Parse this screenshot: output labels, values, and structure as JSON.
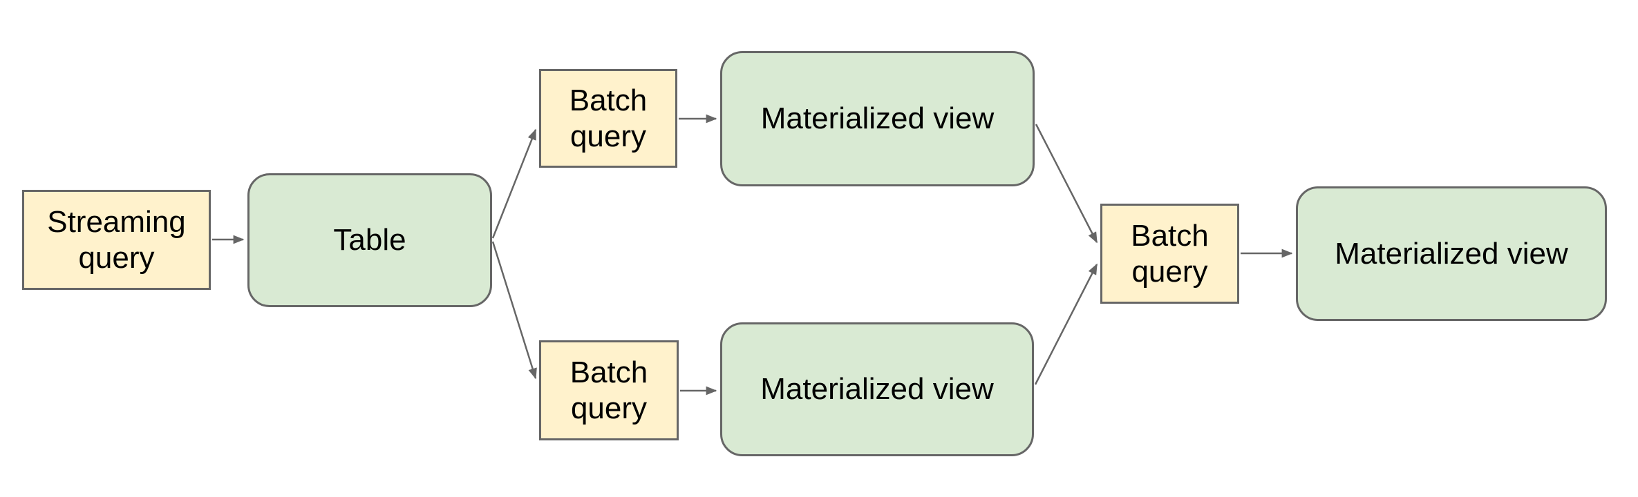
{
  "diagram": {
    "type": "flowchart",
    "nodes": [
      {
        "id": "streaming-query",
        "label": "Streaming query",
        "shape": "rectangle",
        "fill": "#fff2cc"
      },
      {
        "id": "table",
        "label": "Table",
        "shape": "rounded-rectangle",
        "fill": "#d9ead3"
      },
      {
        "id": "batch-query-top",
        "label": "Batch query",
        "shape": "rectangle",
        "fill": "#fff2cc"
      },
      {
        "id": "materialized-view-top",
        "label": "Materialized view",
        "shape": "rounded-rectangle",
        "fill": "#d9ead3"
      },
      {
        "id": "batch-query-bottom",
        "label": "Batch query",
        "shape": "rectangle",
        "fill": "#fff2cc"
      },
      {
        "id": "materialized-view-bottom",
        "label": "Materialized view",
        "shape": "rounded-rectangle",
        "fill": "#d9ead3"
      },
      {
        "id": "batch-query-right",
        "label": "Batch query",
        "shape": "rectangle",
        "fill": "#fff2cc"
      },
      {
        "id": "materialized-view-right",
        "label": "Materialized view",
        "shape": "rounded-rectangle",
        "fill": "#d9ead3"
      }
    ],
    "edges": [
      {
        "from": "streaming-query",
        "to": "table"
      },
      {
        "from": "table",
        "to": "batch-query-top"
      },
      {
        "from": "table",
        "to": "batch-query-bottom"
      },
      {
        "from": "batch-query-top",
        "to": "materialized-view-top"
      },
      {
        "from": "batch-query-bottom",
        "to": "materialized-view-bottom"
      },
      {
        "from": "materialized-view-top",
        "to": "batch-query-right"
      },
      {
        "from": "materialized-view-bottom",
        "to": "batch-query-right"
      },
      {
        "from": "batch-query-right",
        "to": "materialized-view-right"
      }
    ],
    "colors": {
      "node_yellow_fill": "#fff2cc",
      "node_green_fill": "#d9ead3",
      "node_border": "#666666",
      "connector": "#666666",
      "text": "#000000",
      "background": "#ffffff"
    }
  }
}
